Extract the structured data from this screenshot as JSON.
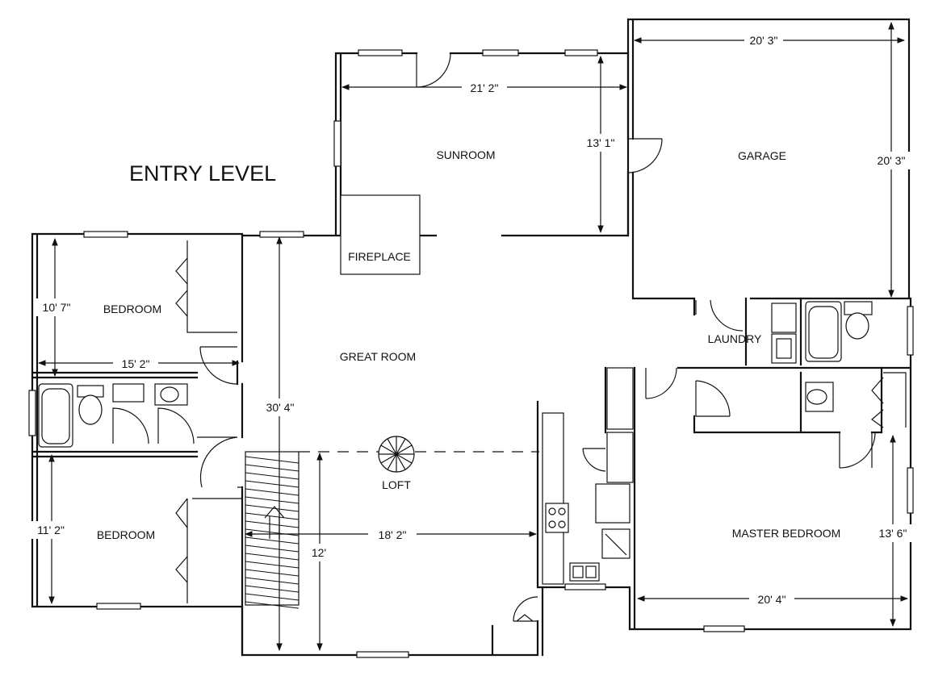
{
  "title": "ENTRY LEVEL",
  "rooms": {
    "sunroom": "SUNROOM",
    "garage": "GARAGE",
    "fireplace": "FIREPLACE",
    "bedroom_top": "BEDROOM",
    "great_room": "GREAT ROOM",
    "laundry": "LAUNDRY",
    "loft": "LOFT",
    "bedroom_bottom": "BEDROOM",
    "master_bedroom": "MASTER BEDROOM"
  },
  "dimensions": {
    "garage_width": "20' 3\"",
    "garage_depth": "20' 3\"",
    "sunroom_width": "21' 2\"",
    "sunroom_depth": "13' 1\"",
    "bedroom_top_depth": "10' 7\"",
    "bedroom_top_width": "15' 2\"",
    "great_room_depth": "30' 4\"",
    "bedroom_bottom_depth": "11' 2\"",
    "great_room_width": "18' 2\"",
    "loft_depth": "12'",
    "master_depth": "13' 6\"",
    "master_width": "20' 4\""
  }
}
